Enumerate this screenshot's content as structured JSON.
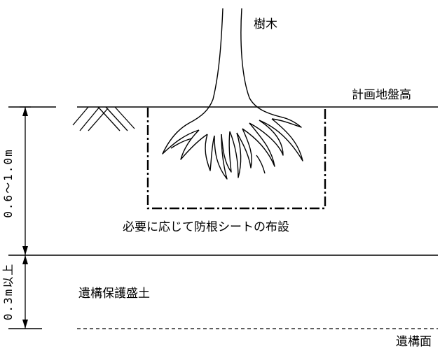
{
  "labels": {
    "tree": "樹木",
    "planned_ground_level": "計画地盤高",
    "root_sheet_note": "必要に応じて防根シートの布設",
    "protective_fill": "遺構保護盛土",
    "feature_surface": "遺構面"
  },
  "dimensions": {
    "planting_depth": "0.6～1.0m",
    "fill_thickness": "0.3m以上"
  }
}
